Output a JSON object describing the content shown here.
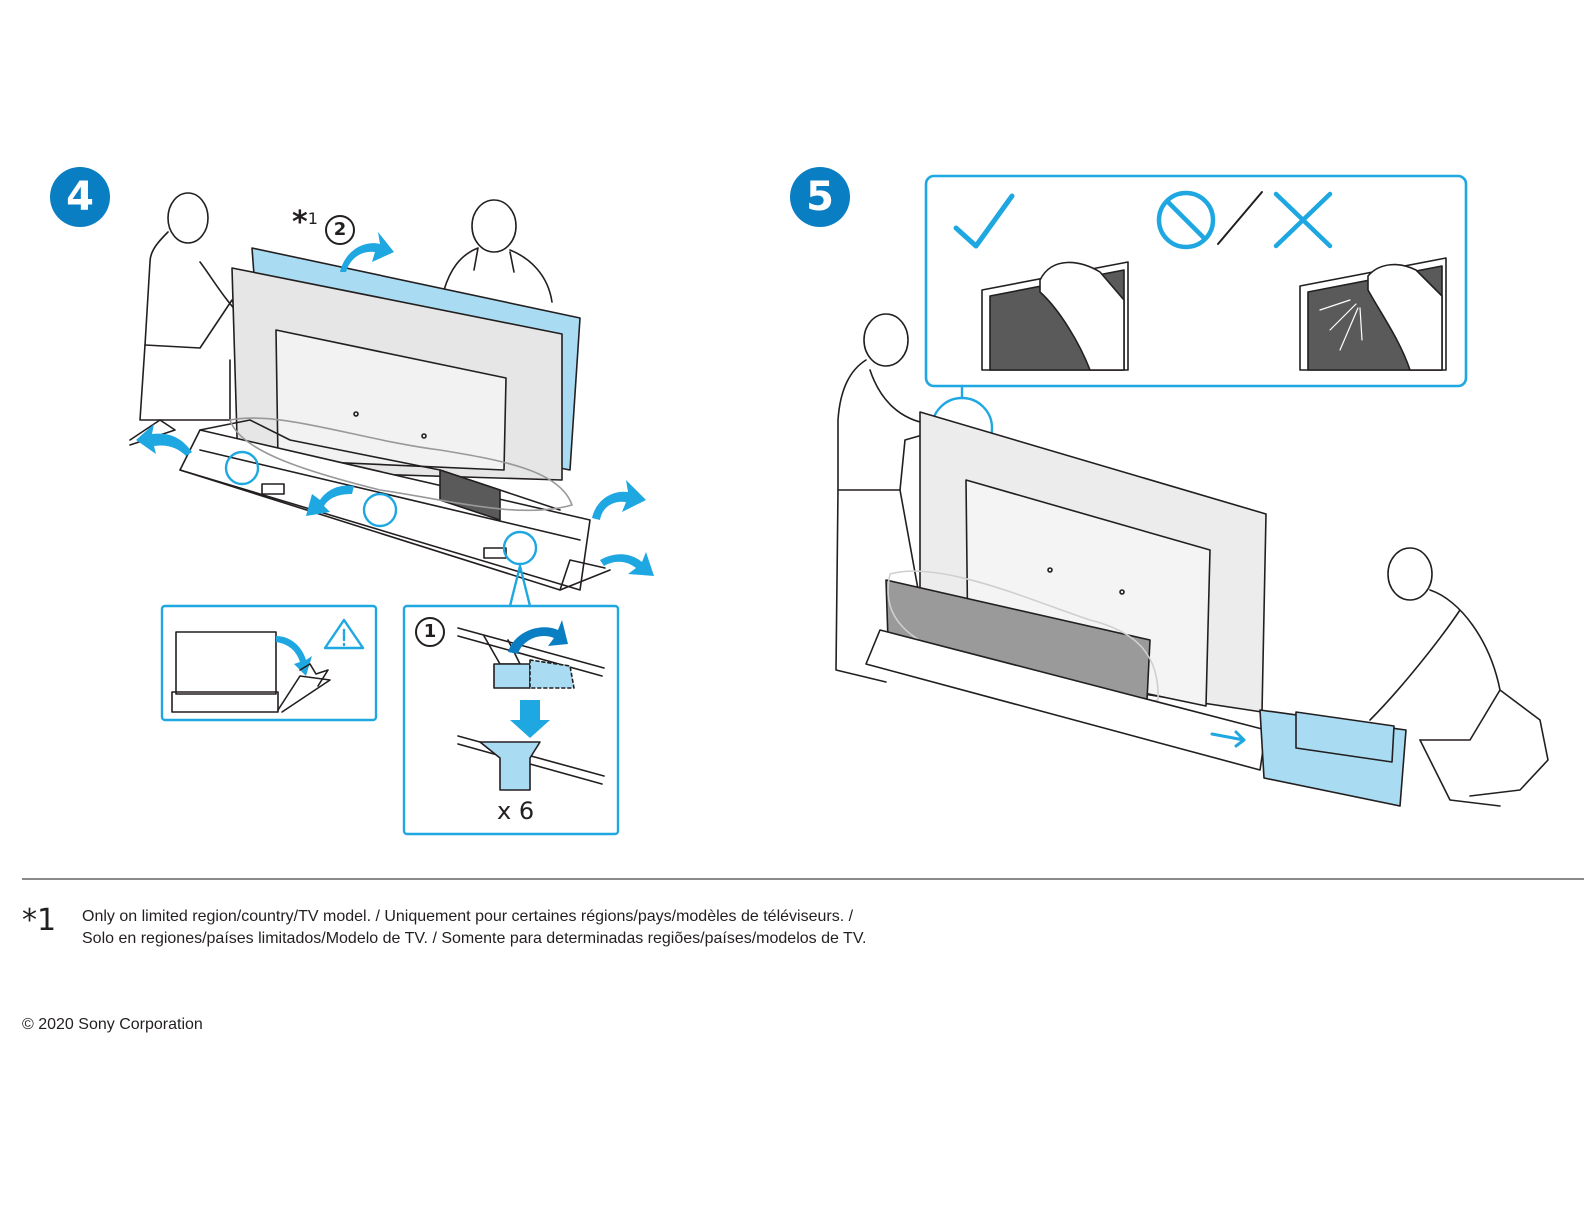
{
  "steps": {
    "step4": {
      "number": "4"
    },
    "step5": {
      "number": "5"
    }
  },
  "step4": {
    "note_mark": "*",
    "note_ref": "1",
    "callout_main_number": "2",
    "detail_number": "1",
    "clip_count": "x 6"
  },
  "footnote": {
    "mark": "*1",
    "text": "Only on limited region/country/TV model. / Uniquement pour certaines régions/pays/modèles de téléviseurs. / Solo en regiones/países limitados/Modelo de TV. / Somente para determinadas regiões/países/modelos de TV."
  },
  "copyright": "© 2020 Sony Corporation",
  "colors": {
    "accent_blue": "#0a7ec2",
    "highlight_cyan": "#1ea7e1",
    "panel_blue": "#a9dcf2",
    "line": "#231f20",
    "screen_gray": "#5a5a5a"
  },
  "icons": [
    "check-icon",
    "prohibited-icon",
    "cross-icon",
    "warning-icon",
    "arrow-icon"
  ]
}
